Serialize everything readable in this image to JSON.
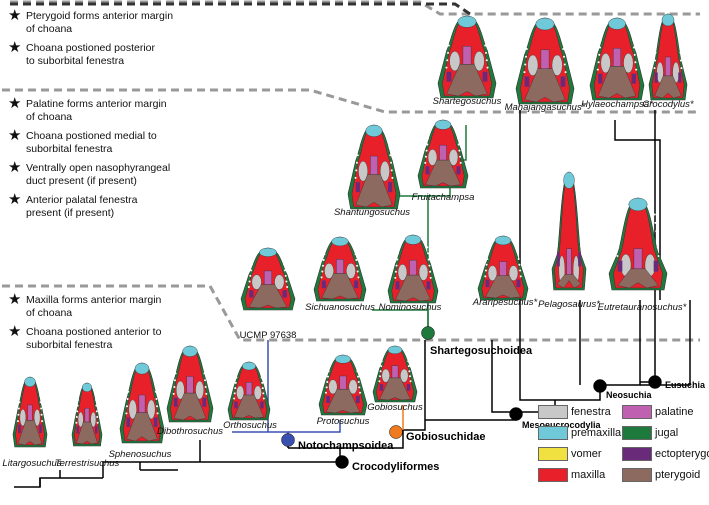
{
  "characters": [
    {
      "items": [
        "Pterygoid forms anterior margin\nof choana",
        "Choana postioned posterior\nto suborbital fenestra"
      ]
    },
    {
      "items": [
        "Palatine forms anterior margin\nof choana",
        "Choana postioned medial to\nsuborbital fenestra",
        "Ventrally open nasophyrangeal\nduct present (if  present)",
        "Anterior palatal fenestra\npresent (if  present)"
      ]
    },
    {
      "items": [
        "Maxilla forms anterior margin\nof choana",
        "Choana postioned anterior to\nsuborbital fenestra"
      ]
    }
  ],
  "star_glyph": "★",
  "taxa": [
    {
      "name": "Litargosuchus",
      "italic": true
    },
    {
      "name": "Terrestrisuchus",
      "italic": true
    },
    {
      "name": "Sphenosuchus",
      "italic": true
    },
    {
      "name": "Dibothrosuchus",
      "italic": true
    },
    {
      "name": "Orthosuchus",
      "italic": true
    },
    {
      "name": "UCMP 97638",
      "italic": false
    },
    {
      "name": "Protosuchus",
      "italic": true
    },
    {
      "name": "Gobiosuchus",
      "italic": true
    },
    {
      "name": "Sichuanosuchus",
      "italic": true
    },
    {
      "name": "Nominosuchus",
      "italic": true
    },
    {
      "name": "Shantungosuchus",
      "italic": true
    },
    {
      "name": "Fruitachampsa",
      "italic": true
    },
    {
      "name": "Shartegosuchus",
      "italic": true
    },
    {
      "name": "Araripesuchus*",
      "italic": true
    },
    {
      "name": "Mahajangasuchus*",
      "italic": true
    },
    {
      "name": "Hylaeochampsa*",
      "italic": true
    },
    {
      "name": "Crocodylus*",
      "italic": true
    },
    {
      "name": "Pelagosaurus*",
      "italic": true
    },
    {
      "name": "Eutretauranosuchus*",
      "italic": true
    }
  ],
  "clades": [
    {
      "name": "Crocodyliformes",
      "color": "#000000"
    },
    {
      "name": "Notochampsoidea",
      "color": "#3a50b0"
    },
    {
      "name": "Gobiosuchidae",
      "color": "#f07a1e"
    },
    {
      "name": "Shartegosuchoidea",
      "color": "#1e7a3c"
    },
    {
      "name": "Mesoeucrocodylia",
      "color": "#000000"
    },
    {
      "name": "Neosuchia",
      "color": "#000000"
    },
    {
      "name": "Eusuchia",
      "color": "#000000"
    }
  ],
  "legend": [
    {
      "label": "fenestra",
      "color": "#c8c8c8"
    },
    {
      "label": "palatine",
      "color": "#c060b0"
    },
    {
      "label": "premaxilla",
      "color": "#6fc9d8"
    },
    {
      "label": "jugal",
      "color": "#1e7a3c"
    },
    {
      "label": "vomer",
      "color": "#f0e040"
    },
    {
      "label": "ectopterygoid",
      "color": "#6a2a7a"
    },
    {
      "label": "maxilla",
      "color": "#e8202a"
    },
    {
      "label": "pterygoid",
      "color": "#8c6a60"
    }
  ],
  "colors": {
    "fenestra": "#c8c8c8",
    "premaxilla": "#6fc9d8",
    "vomer": "#f0e040",
    "maxilla": "#e8202a",
    "maxilla_light": "#f2a8a8",
    "palatine": "#c060b0",
    "jugal": "#1e7a3c",
    "ectopterygoid": "#6a2a7a",
    "pterygoid": "#8c6a60",
    "branch_default": "#000000",
    "dash": "#999999"
  }
}
